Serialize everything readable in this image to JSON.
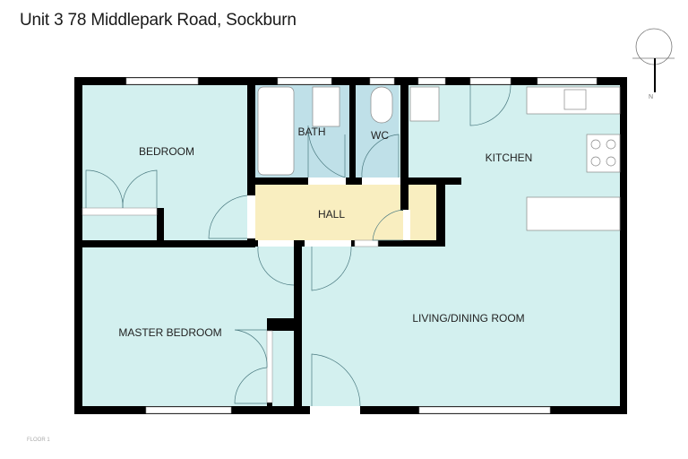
{
  "title": "Unit 3 78 Middlepark Road, Sockburn",
  "floor_label": "FLOOR 1",
  "compass": {
    "label": "N",
    "icon": "north-compass-icon"
  },
  "rooms": {
    "bedroom": "BEDROOM",
    "bath": "BATH",
    "wc": "WC",
    "kitchen": "KITCHEN",
    "hall": "HALL",
    "master_bedroom": "MASTER BEDROOM",
    "living": "LIVING/DINING ROOM"
  },
  "colors": {
    "room": "#d3f0ef",
    "wet_room": "#bfe0e8",
    "hall": "#f9eec0",
    "wall": "#000000"
  }
}
